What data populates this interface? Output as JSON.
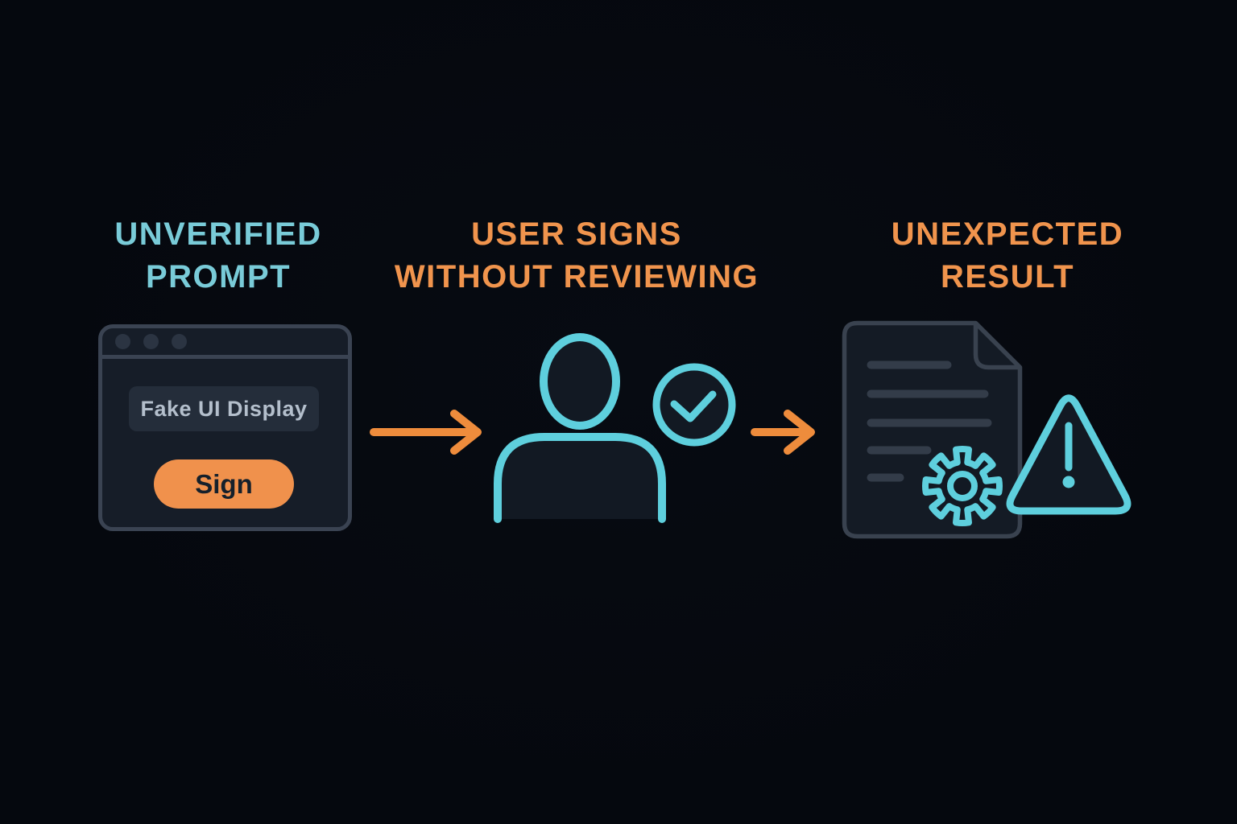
{
  "colors": {
    "bg": "#05080e",
    "teal": "#79cbd8",
    "orange": "#f0944d",
    "icon-teal": "#5ecfdd",
    "icon-fill": "#121923",
    "arrow": "#ee8c3c",
    "window-border": "#3a4352",
    "window-fill": "#161d28",
    "dot": "#2b3442",
    "panel-fill": "#242d3a",
    "panel-text": "#b4bfcc",
    "button-fill": "#f0914c",
    "button-text": "#15202b",
    "doc-border": "#39424f",
    "doc-fill": "#141b25",
    "doc-line": "#333c49"
  },
  "steps": [
    {
      "title_line1": "UNVERIFIED",
      "title_line2": "PROMPT",
      "color_role": "teal"
    },
    {
      "title_line1": "USER SIGNS",
      "title_line2": "WITHOUT REVIEWING",
      "color_role": "orange"
    },
    {
      "title_line1": "UNEXPECTED",
      "title_line2": "RESULT",
      "color_role": "orange"
    }
  ],
  "browser_window": {
    "label": "Fake UI Display",
    "button": "Sign"
  }
}
